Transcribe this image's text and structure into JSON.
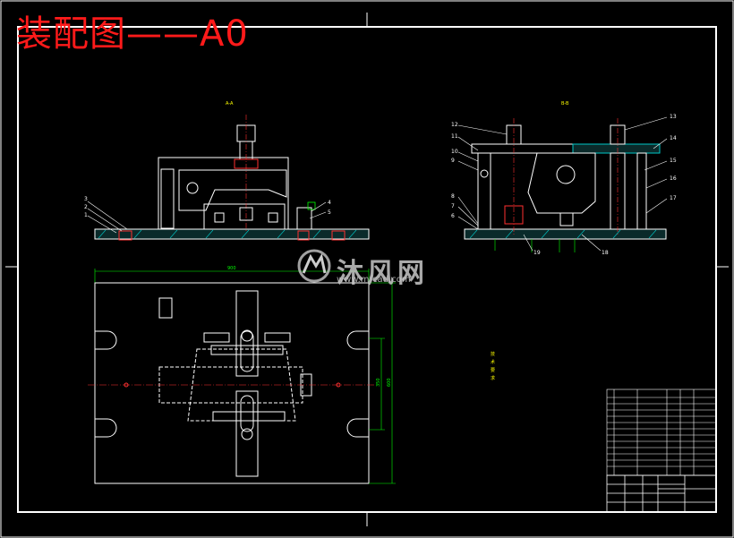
{
  "drawing": {
    "title": "装配图——A0",
    "section_a_label": "A-A",
    "section_b_label": "B-B",
    "top_view_width_dim": "900",
    "top_view_height_dims": [
      "350",
      "600"
    ]
  },
  "callouts_section_a": [
    "1",
    "2",
    "3",
    "4",
    "5"
  ],
  "callouts_section_b": [
    "6",
    "7",
    "8",
    "9",
    "10",
    "11",
    "12",
    "13",
    "14",
    "15",
    "16",
    "17",
    "18",
    "19"
  ],
  "watermark": {
    "text": "沐风网",
    "url": "www.mfcad.com"
  },
  "technical_requirements": {
    "title": "技术要求"
  },
  "colors": {
    "background": "#000000",
    "outline": "#ffffff",
    "title": "#ff1a1a",
    "section_red": "#ff3030",
    "dimension_green": "#00ff00",
    "text_yellow": "#ffff00",
    "hatch_cyan": "#00c8c8"
  }
}
